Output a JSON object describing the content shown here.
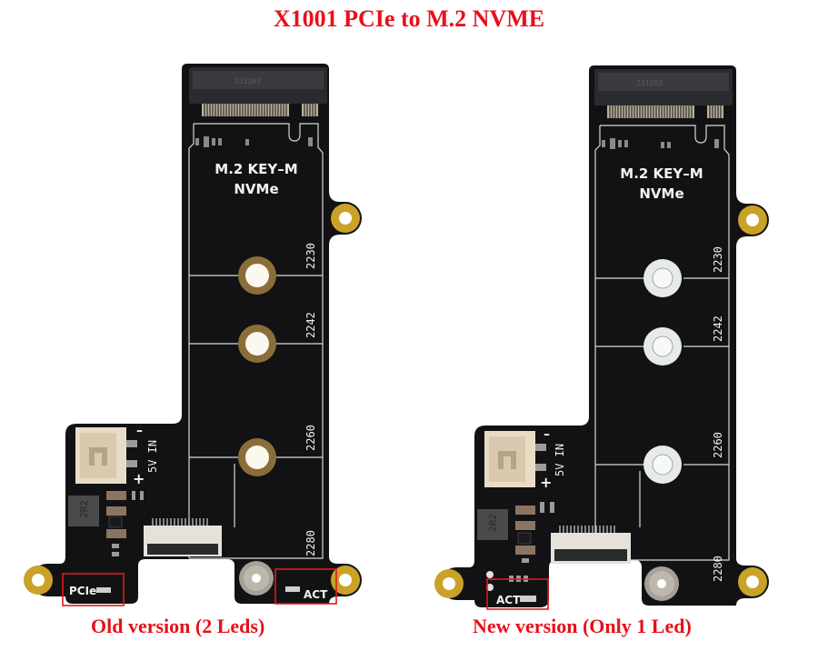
{
  "title": "X1001 PCIe to M.2 NVME",
  "colors": {
    "title_red": "#e8101a",
    "pcb_black": "#121214",
    "gold_pad": "#c9a227",
    "highlight_box": "#e01a1a",
    "silkscreen": "#f2f2f2"
  },
  "boards": [
    {
      "id": "old",
      "caption": "Old version (2 Leds)",
      "silkscreen": {
        "header_line1": "M.2 KEY–M",
        "header_line2": "NVMe",
        "size_labels": [
          "2230",
          "2242",
          "2260",
          "2280"
        ],
        "power_label": "5V IN",
        "power_minus": "–",
        "power_plus": "+",
        "inductor": "2R2",
        "led_labels": [
          "PCIe",
          "ACT"
        ]
      },
      "mount_hole_style": "gold-ring",
      "highlighted_leds": 2
    },
    {
      "id": "new",
      "caption": "New version (Only 1 Led)",
      "silkscreen": {
        "header_line1": "M.2 KEY–M",
        "header_line2": "NVMe",
        "size_labels": [
          "2230",
          "2242",
          "2260",
          "2280"
        ],
        "power_label": "5V IN",
        "power_minus": "–",
        "power_plus": "+",
        "inductor": "2R2",
        "led_labels": [
          "ACT"
        ]
      },
      "mount_hole_style": "white-ring",
      "highlighted_leds": 1
    }
  ]
}
